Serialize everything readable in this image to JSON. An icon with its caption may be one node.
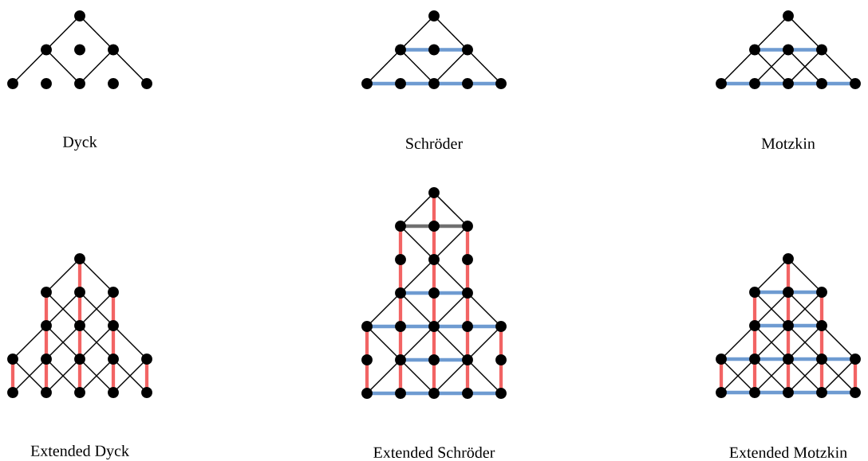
{
  "diagram": {
    "labels": [
      "Dyck",
      "Schröder",
      "Motzkin",
      "Extended Dyck",
      "Extended Schröder",
      "Extended Motzkin"
    ]
  }
}
